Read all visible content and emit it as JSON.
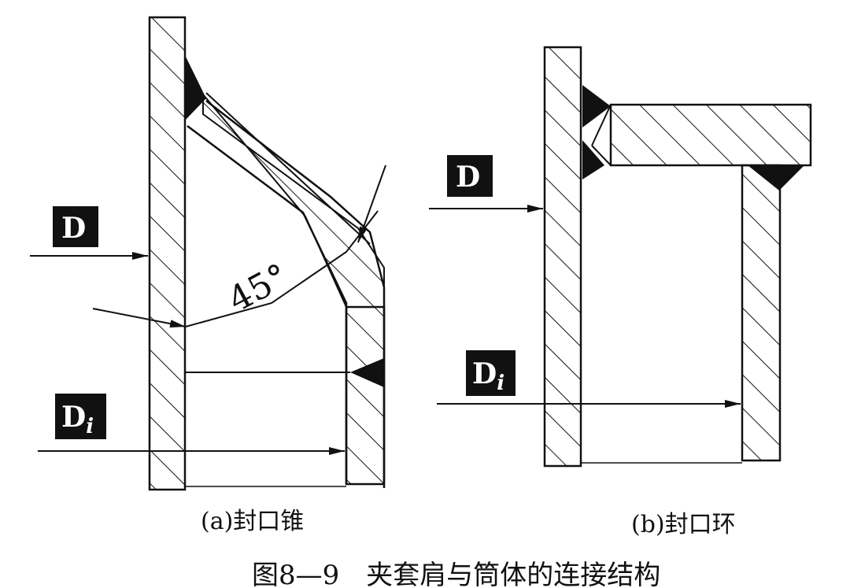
{
  "labels": {
    "a_outer": "D",
    "a_inner_main": "D",
    "a_inner_sub": "i",
    "b_outer": "D",
    "b_inner_main": "D",
    "b_inner_sub": "i",
    "angle": "45°"
  },
  "captions": {
    "a": "(a)封口锥",
    "b": "(b)封口环",
    "figure_title": "图8—9　夹套肩与筒体的连接结构"
  }
}
